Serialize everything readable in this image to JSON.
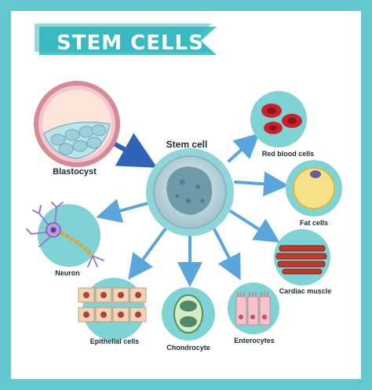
{
  "title": "STEM CELLS",
  "center": {
    "label": "Stem cell"
  },
  "source": {
    "label": "Blastocyst"
  },
  "cells": [
    {
      "key": "red_blood",
      "label": "Red blood cells"
    },
    {
      "key": "fat",
      "label": "Fat cells"
    },
    {
      "key": "cardiac",
      "label": "Cardiac muscle"
    },
    {
      "key": "enterocytes",
      "label": "Enterocytes"
    },
    {
      "key": "chondrocyte",
      "label": "Chondrocyte"
    },
    {
      "key": "epithelial",
      "label": "Epithelial cells"
    },
    {
      "key": "neuron",
      "label": "Neuron"
    }
  ],
  "colors": {
    "frame": "#63c9cf",
    "banner": "#44c3c8",
    "circle": "#7fd3d5",
    "arrow": "#5aa6dc",
    "blastocyst_arrow": "#2f63b8",
    "red_blood": "#c8232c",
    "fat": "#f6e08a",
    "muscle": "#c0392b",
    "nucleus": "#6a5a9c"
  }
}
